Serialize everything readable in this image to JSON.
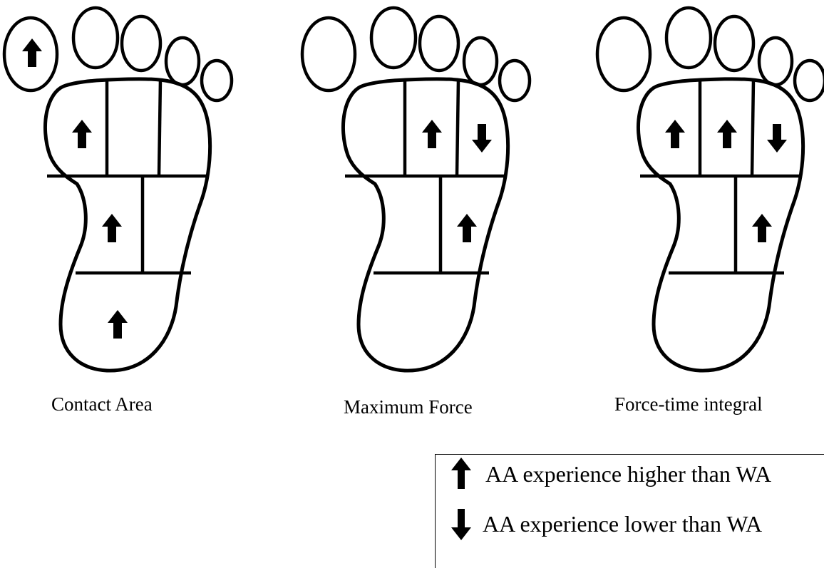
{
  "panels": [
    {
      "caption": "Contact Area",
      "arrows": {
        "hallux": "up",
        "medial_forefoot": "up",
        "central_forefoot": null,
        "lateral_forefoot": null,
        "medial_midfoot": "up",
        "lateral_midfoot": null,
        "heel": "up"
      }
    },
    {
      "caption": "Maximum Force",
      "arrows": {
        "hallux": null,
        "medial_forefoot": null,
        "central_forefoot": "up",
        "lateral_forefoot": "down",
        "medial_midfoot": null,
        "lateral_midfoot": "up",
        "heel": null
      }
    },
    {
      "caption": "Force-time integral",
      "arrows": {
        "hallux": null,
        "medial_forefoot": "up",
        "central_forefoot": "up",
        "lateral_forefoot": "down",
        "medial_midfoot": null,
        "lateral_midfoot": "up",
        "heel": null
      }
    }
  ],
  "legend": {
    "items": [
      {
        "icon": "up-arrow-icon",
        "label": "AA experience higher than WA"
      },
      {
        "icon": "down-arrow-icon",
        "label": "AA experience lower than WA"
      }
    ]
  }
}
